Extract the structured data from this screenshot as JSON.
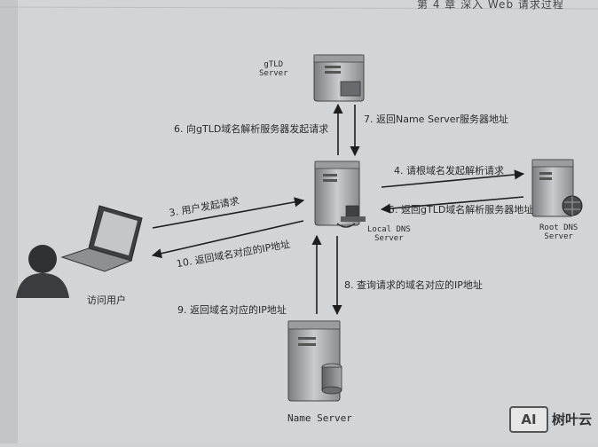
{
  "header": "第 4 章   深入 Web 请求过程",
  "nodes": {
    "gtld": "gTLD\nServer",
    "local_dns": "Local DNS\nServer",
    "root_dns": "Root DNS\nServer",
    "name_server": "Name Server",
    "user": "访问用户"
  },
  "steps": {
    "s3": "3. 用户发起请求",
    "s4": "4. 请根域名发起解析请求",
    "s5": "5. 返回gTLD域名解析服务器地址",
    "s6": "6. 向gTLD域名解析服务器发起请求",
    "s7": "7. 返回Name Server服务器地址",
    "s8": "8. 查询请求的域名对应的IP地址",
    "s9": "9. 返回域名对应的IP地址",
    "s10": "10. 返回域名对应的IP地址"
  },
  "watermark": {
    "logo": "AI",
    "text": "树叶云"
  }
}
